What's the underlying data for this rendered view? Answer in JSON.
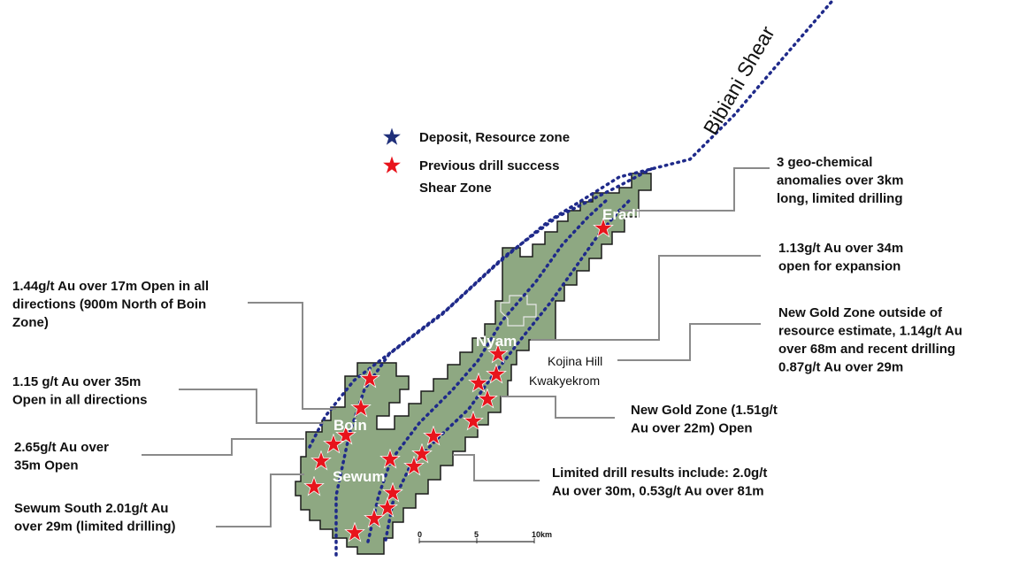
{
  "colors": {
    "tenement_fill": "#8ea882",
    "tenement_stroke": "#1a1a1a",
    "shear_line": "#1f2a8a",
    "deposit_star": "#1f2f7a",
    "drill_star": "#e8141c",
    "leader_line": "#8a8a8a"
  },
  "shear_label": "Bibiani Shear",
  "legend": {
    "deposit": "Deposit, Resource zone",
    "drill": "Previous drill success",
    "shear": "Shear Zone"
  },
  "places": {
    "eradi": "Eradi",
    "nyam": "Nyam",
    "boin": "Boin",
    "sewum": "Sewum"
  },
  "towns": {
    "kojina": "Kojina Hill",
    "kwakyekrom": "Kwakyekrom"
  },
  "annotations": {
    "eradi": [
      "3 geo-chemical",
      "anomalies over 3km",
      "long, limited drilling"
    ],
    "nyam_expansion": [
      "1.13g/t Au over 34m",
      "open for expansion"
    ],
    "new_gold_zone_outside": [
      "New Gold Zone outside of",
      "resource estimate, 1.14g/t Au",
      "over 68m and recent drilling",
      "0.87g/t Au over 29m"
    ],
    "new_gold_zone": [
      "New Gold Zone (1.51g/t",
      "Au over 22m) Open"
    ],
    "limited_drill": [
      "Limited drill results include: 2.0g/t",
      "Au over 30m, 0.53g/t Au over 81m"
    ],
    "north_boin": [
      "1.44g/t Au over 17m Open in all",
      "directions (900m North of Boin",
      "Zone)"
    ],
    "open_all": [
      "1.15 g/t Au over 35m",
      "Open in all directions"
    ],
    "boin_open": [
      "2.65g/t Au over",
      "35m Open"
    ],
    "sewum_south": [
      "Sewum South 2.01g/t Au",
      "over 29m (limited drilling)"
    ]
  },
  "scale_bar": {
    "labels": [
      "0",
      "5",
      "10km"
    ]
  },
  "drill_success_count": 20
}
